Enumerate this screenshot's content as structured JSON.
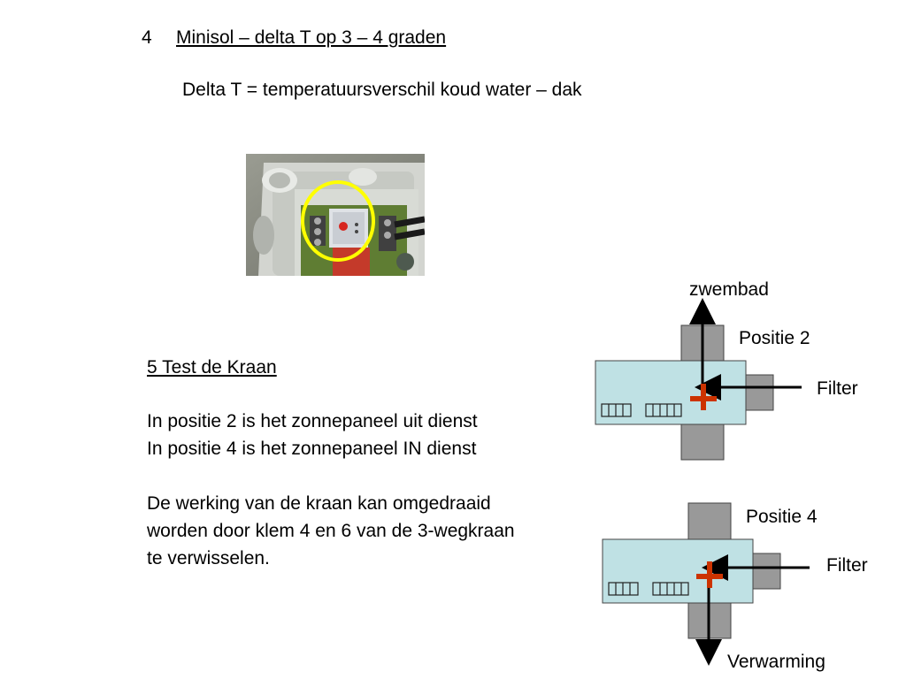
{
  "section4": {
    "number": "4",
    "title": "Minisol – delta T op 3 – 4 graden",
    "subtitle": "Delta T = temperatuursverschil koud water – dak"
  },
  "section5": {
    "title": "5 Test de Kraan",
    "lines": [
      "In positie 2 is het zonnepaneel uit dienst",
      "In positie 4 is het zonnepaneel IN dienst",
      "",
      "De werking van de kraan kan omgedraaid",
      "worden door klem 4 en 6 van de 3-wegkraan",
      "te verwisselen."
    ]
  },
  "diagram_top": {
    "top_label": "zwembad",
    "position_label": "Positie 2",
    "side_label": "Filter"
  },
  "diagram_bottom": {
    "position_label": "Positie 4",
    "side_label": "Filter",
    "bottom_label": "Verwarming"
  },
  "colors": {
    "valve_body": "#bfe1e4",
    "pipe": "#999999",
    "cross": "#cc3300",
    "highlight_circle": "#ffff00"
  }
}
